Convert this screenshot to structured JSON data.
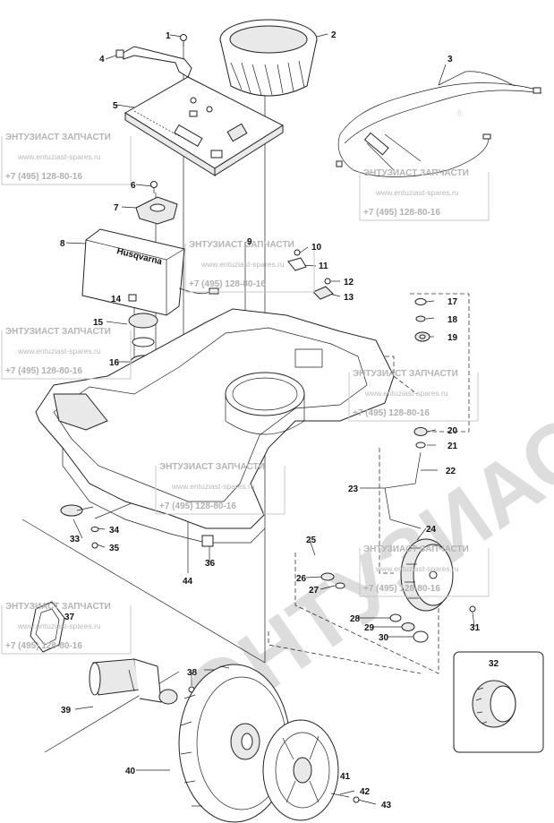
{
  "big_watermark": "ЭНТУЗИАСТ",
  "watermark_trademark": "®",
  "watermarks": [
    {
      "title": "ЭНТУЗИАСТ ЗАПЧАСТИ",
      "url": "www.entuziast-spares.ru",
      "phone": "+7 (495) 128-80-16"
    },
    {
      "title": "ЭНТУЗИАСТ ЗАПЧАСТИ",
      "url": "www.entuziast-spares.ru",
      "phone": "+7 (495) 128-80-16"
    },
    {
      "title": "ЭНТУЗИАСТ ЗАПЧАСТИ",
      "url": "www.entuziast-spares.ru",
      "phone": "+7 (495) 128-80-16"
    },
    {
      "title": "ЭНТУЗИАСТ ЗАПЧАСТИ",
      "url": "www.entuziast-spares.ru",
      "phone": "+7 (495) 128-80-16"
    },
    {
      "title": "ЭНТУЗИАСТ ЗАПЧАСТИ",
      "url": "www.entuziast-spares.ru",
      "phone": "+7 (495) 128-80-16"
    },
    {
      "title": "ЭНТУЗИАСТ ЗАПЧАСТИ",
      "url": "www.entuziast-spares.ru",
      "phone": "+7 (495) 128-80-16"
    },
    {
      "title": "ЭНТУЗИАСТ ЗАПЧАСТИ",
      "url": "www.entuziast-spares.ru",
      "phone": "+7 (495) 128-80-16"
    },
    {
      "title": "ЭНТУЗИАСТ ЗАПЧАСТИ",
      "url": "www.entuziast-spares.ru",
      "phone": "+7 (495) 128-80-16"
    }
  ],
  "battery_label": "Husqvarna",
  "callouts": [
    "1",
    "2",
    "3",
    "4",
    "5",
    "6",
    "7",
    "8",
    "9",
    "10",
    "11",
    "12",
    "13",
    "14",
    "15",
    "16",
    "17",
    "18",
    "19",
    "20",
    "21",
    "22",
    "23",
    "24",
    "25",
    "26",
    "27",
    "28",
    "29",
    "30",
    "31",
    "32",
    "33",
    "34",
    "35",
    "36",
    "37",
    "38",
    "39",
    "40",
    "41",
    "42",
    "43",
    "44"
  ]
}
